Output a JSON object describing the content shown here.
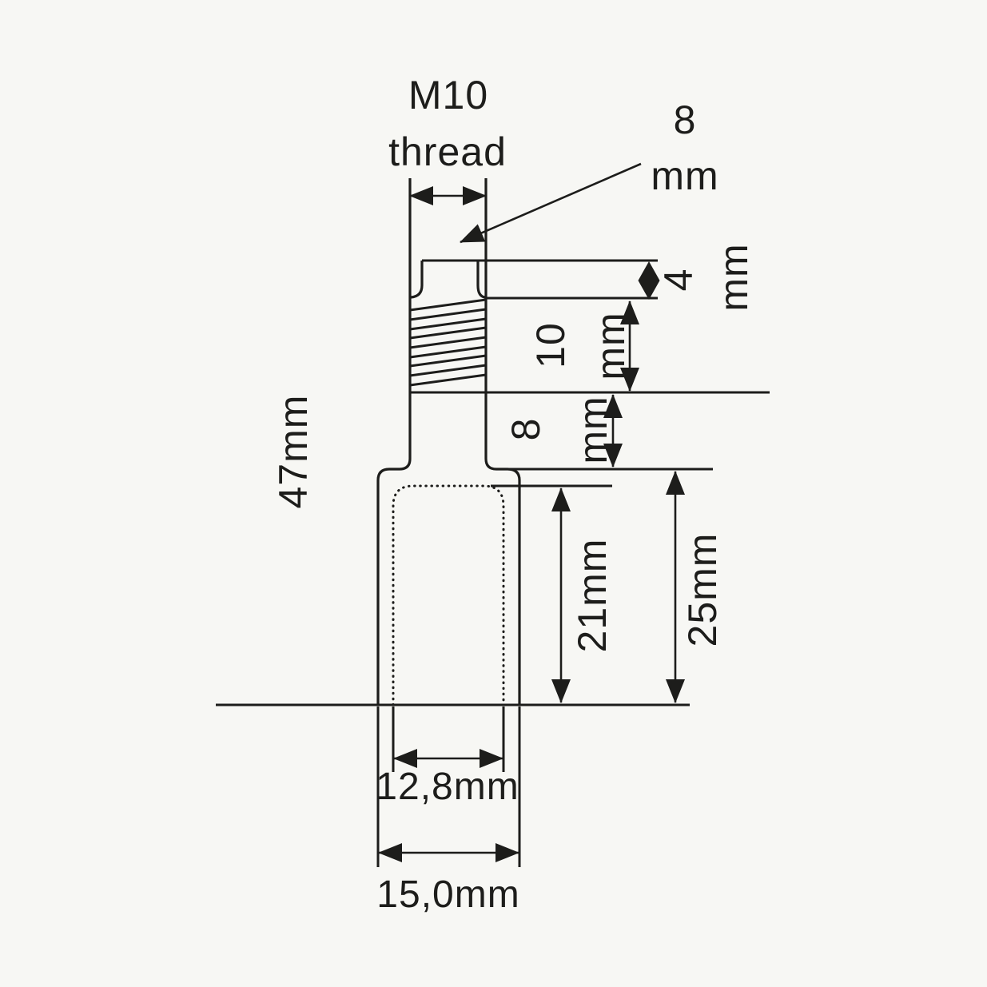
{
  "drawing": {
    "background_color": "#f7f7f4",
    "line_color": "#1d1d1b",
    "labels": {
      "thread_spec": {
        "line1": "M10",
        "line2": "thread"
      },
      "tip_size": {
        "line1": "8",
        "line2": "mm"
      },
      "head_thickness": {
        "value": "4",
        "unit": "mm"
      },
      "thread_length": {
        "value": "10",
        "unit": "mm"
      },
      "collar_length": {
        "value": "8",
        "unit": "mm"
      },
      "overall_length": "47mm",
      "bore_depth": "21mm",
      "body_length": "25mm",
      "bore_diameter": "12,8mm",
      "body_diameter": "15,0mm"
    }
  }
}
